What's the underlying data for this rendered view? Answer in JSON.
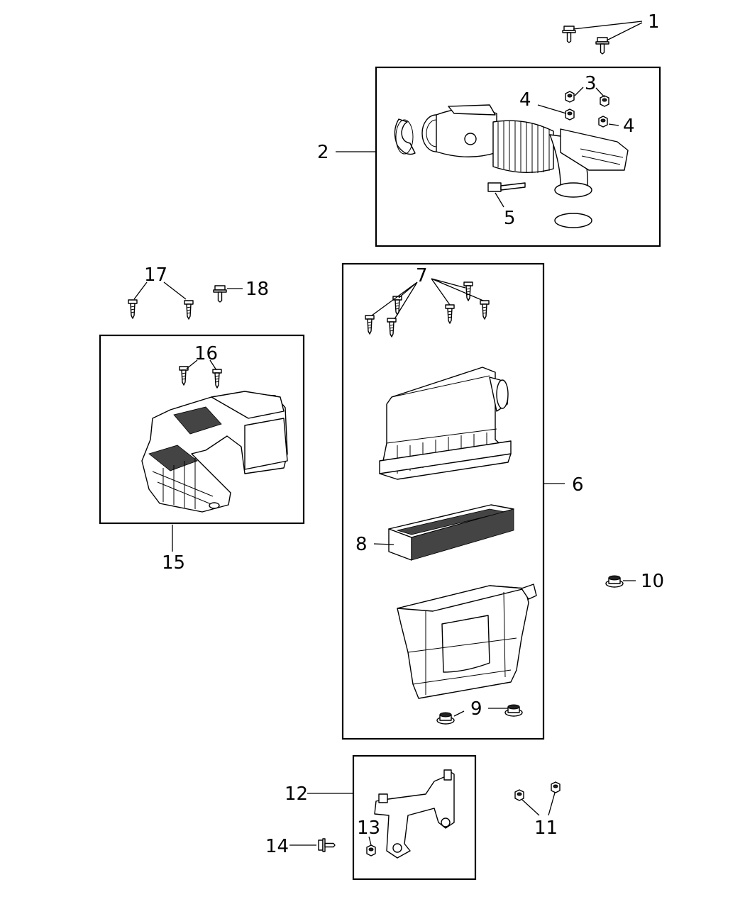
{
  "callouts": {
    "c1": "1",
    "c2": "2",
    "c3": "3",
    "c4a": "4",
    "c4b": "4",
    "c5": "5",
    "c6": "6",
    "c7": "7",
    "c8": "8",
    "c9": "9",
    "c10": "10",
    "c11": "11",
    "c12": "12",
    "c13": "13",
    "c14": "14",
    "c15": "15",
    "c16": "16",
    "c17": "17",
    "c18": "18"
  },
  "parts": [
    {
      "callout": "1",
      "item": "bolt (x2)"
    },
    {
      "callout": "2",
      "item": "air inlet duct assembly"
    },
    {
      "callout": "3",
      "item": "clip"
    },
    {
      "callout": "4",
      "item": "nut"
    },
    {
      "callout": "5",
      "item": "sensor"
    },
    {
      "callout": "6",
      "item": "air cleaner assembly"
    },
    {
      "callout": "7",
      "item": "screw (x6)"
    },
    {
      "callout": "8",
      "item": "air filter element"
    },
    {
      "callout": "9",
      "item": "grommet (x2)"
    },
    {
      "callout": "10",
      "item": "grommet"
    },
    {
      "callout": "11",
      "item": "nut (x2)"
    },
    {
      "callout": "12",
      "item": "bracket"
    },
    {
      "callout": "13",
      "item": "nut"
    },
    {
      "callout": "14",
      "item": "bolt"
    },
    {
      "callout": "15",
      "item": "resonator / inlet duct"
    },
    {
      "callout": "16",
      "item": "screw (x2)"
    },
    {
      "callout": "17",
      "item": "screw (x2)"
    },
    {
      "callout": "18",
      "item": "bolt"
    }
  ]
}
